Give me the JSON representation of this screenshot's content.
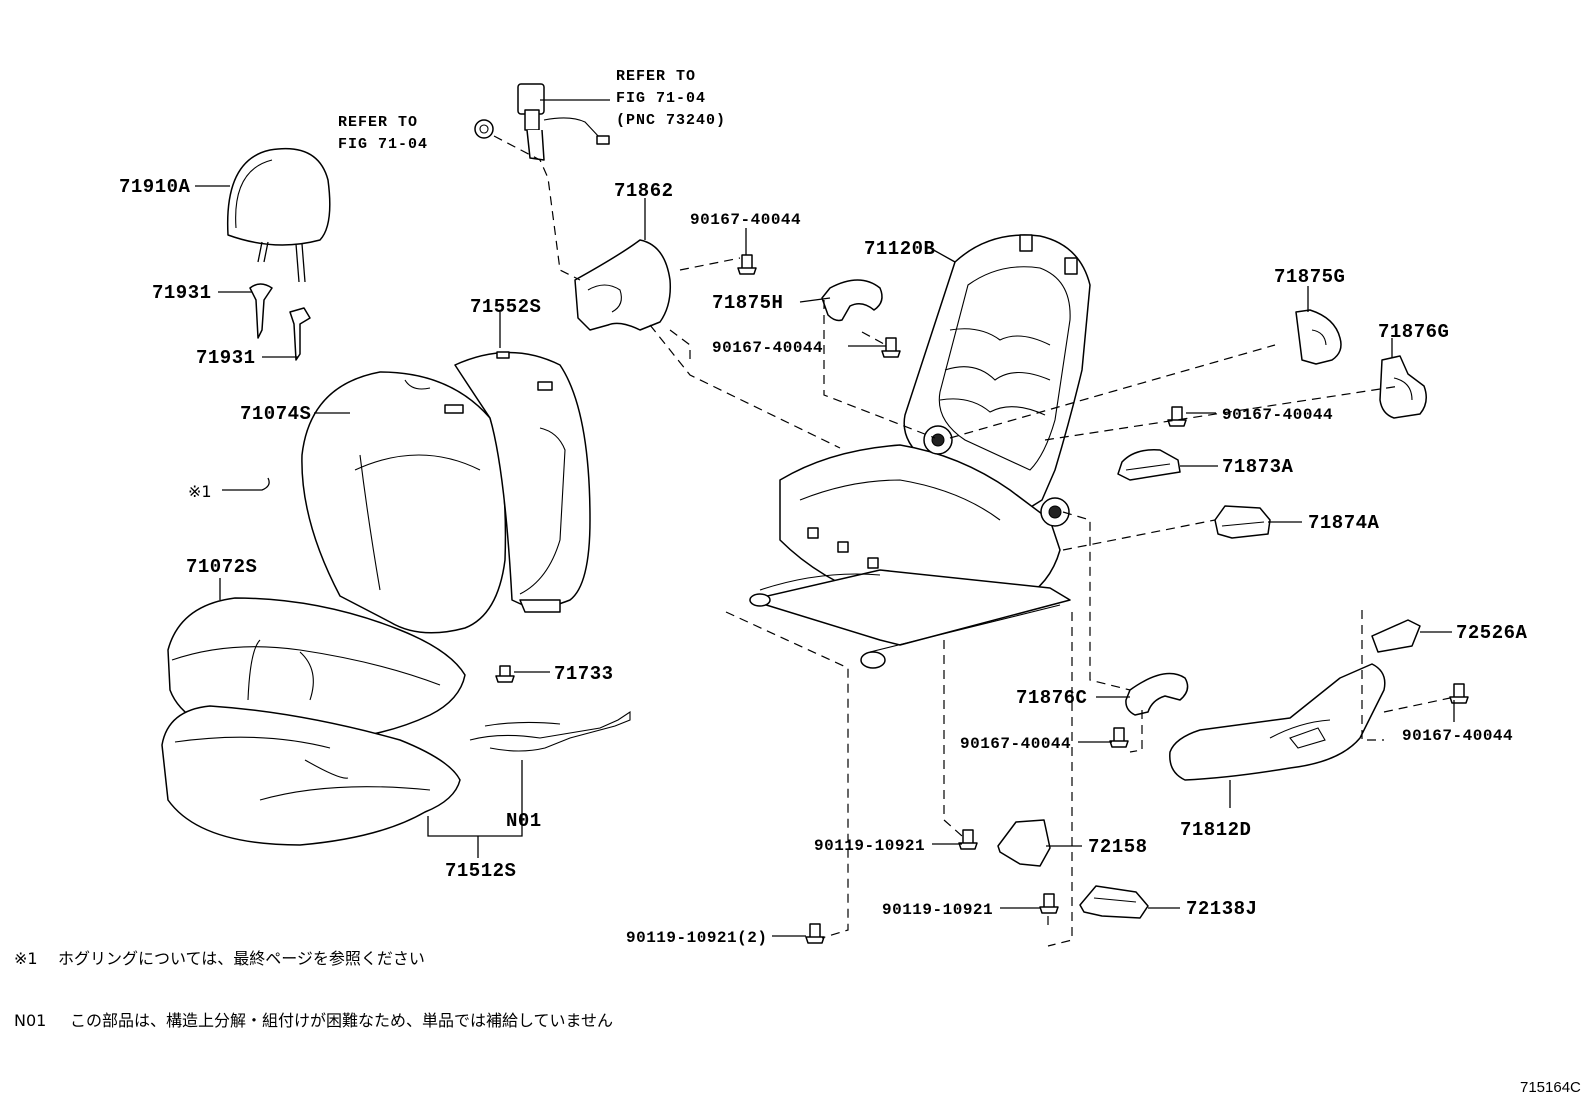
{
  "labels": {
    "p71910A": "71910A",
    "p71931a": "71931",
    "p71931b": "71931",
    "p71074S": "71074S",
    "p71552S": "71552S",
    "p71862": "71862",
    "p71120B": "71120B",
    "p71875G": "71875G",
    "p71876G": "71876G",
    "p71875H": "71875H",
    "p71873A": "71873A",
    "p71874A": "71874A",
    "p71072S": "71072S",
    "p71733": "71733",
    "pN01": "N01",
    "p71512S": "71512S",
    "p71876C": "71876C",
    "p72526A": "72526A",
    "p71812D": "71812D",
    "p72158": "72158",
    "p72138J": "72138J",
    "bolt1": "90167-40044",
    "bolt2": "90167-40044",
    "bolt3": "90167-40044",
    "bolt4": "90167-40044",
    "bolt5": "90167-40044",
    "bolt6": "90119-10921",
    "bolt7": "90119-10921",
    "bolt8": "90119-10921(2)",
    "mark1": "※1"
  },
  "refs": {
    "left_line1": "REFER TO",
    "left_line2": "FIG 71-04",
    "right_line1": "REFER TO",
    "right_line2": "FIG 71-04",
    "right_line3": "(PNC 73240)"
  },
  "notes": {
    "note1_key": "※1",
    "note1_text": "ホグリングについては、最終ページを参照ください",
    "note2_key": "N01",
    "note2_text": "この部品は、構造上分解・組付けが困難なため、単品では補給していません"
  },
  "figure_id": "715164C"
}
